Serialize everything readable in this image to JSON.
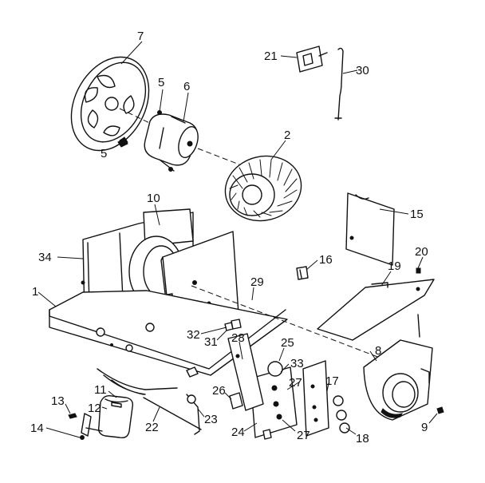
{
  "callouts": {
    "c7": "7",
    "c5a": "5",
    "c6": "6",
    "c5b": "5",
    "c2": "2",
    "c21": "21",
    "c30": "30",
    "c10": "10",
    "c15": "15",
    "c34": "34",
    "c16": "16",
    "c20": "20",
    "c19": "19",
    "c29": "29",
    "c1": "1",
    "c32": "32",
    "c31": "31",
    "c28": "28",
    "c25": "25",
    "c8": "8",
    "c33": "33",
    "c11": "11",
    "c27a": "27",
    "c17": "17",
    "c26": "26",
    "c13": "13",
    "c12": "12",
    "c22": "22",
    "c23": "23",
    "c9": "9",
    "c14": "14",
    "c24": "24",
    "c27b": "27",
    "c18": "18"
  }
}
